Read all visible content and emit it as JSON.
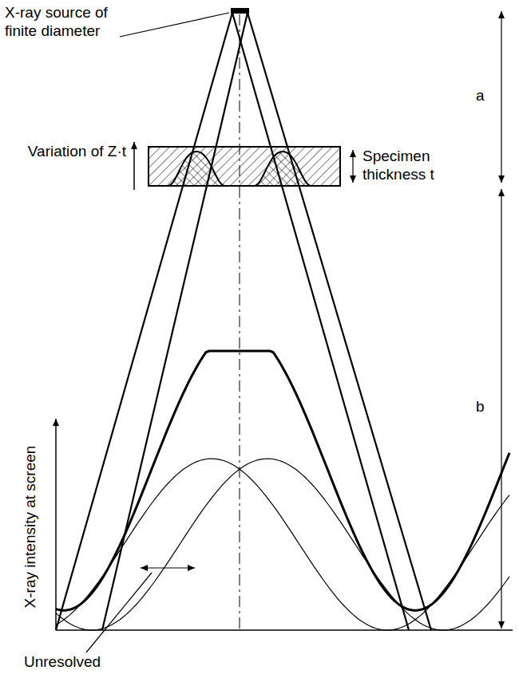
{
  "diagram": {
    "labels": [
      "X-ray source of finite diameter",
      "a",
      "Variation of Z·t",
      "Specimen thickness t",
      "b",
      "X-ray intensity at screen",
      "Unresolved"
    ]
  }
}
